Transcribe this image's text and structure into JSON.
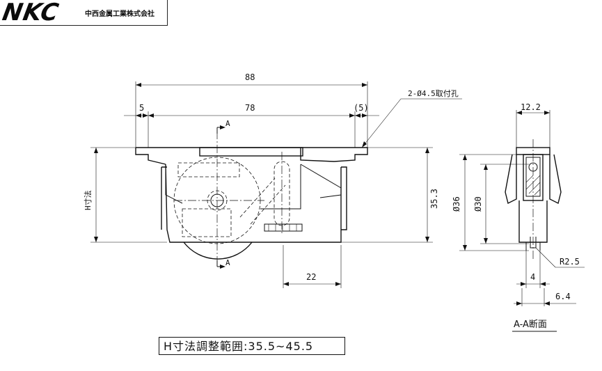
{
  "header": {
    "logo_text": "NKC",
    "company_name": "中西金属工業株式会社"
  },
  "front_view": {
    "dim_overall_width": "88",
    "dim_hole_pitch": "78",
    "dim_left_margin": "5",
    "dim_right_margin": "(5)",
    "dim_height": "35.3",
    "dim_wheel_offset": "22",
    "label_h": "H寸法",
    "hole_note": "2-Ø4.5取付孔",
    "section_mark": "A"
  },
  "section_view": {
    "dim_top_width": "12.2",
    "dim_outer_dia": "Ø36",
    "dim_inner_dia": "Ø30",
    "dim_radius": "R2.5",
    "dim_groove": "4",
    "dim_wheel_width": "6.4",
    "title": "A-A断面"
  },
  "footer": {
    "range_note": "H寸法調整範囲:35.5~45.5"
  }
}
